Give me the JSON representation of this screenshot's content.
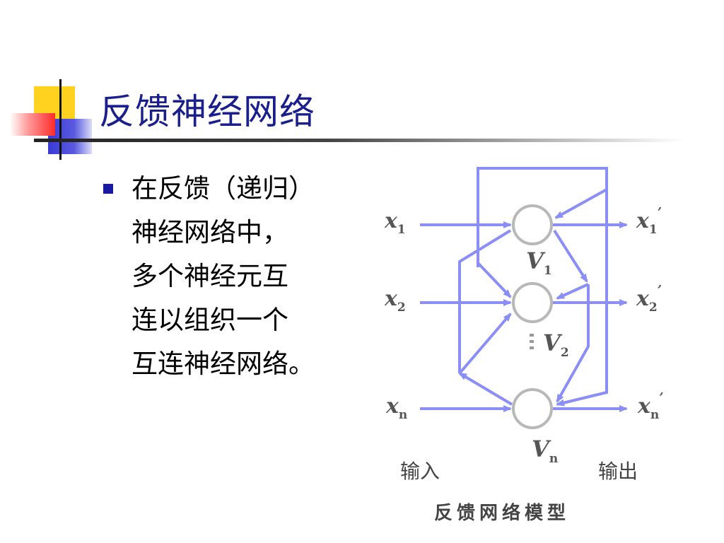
{
  "slide": {
    "title": "反馈神经网络",
    "bullet_lines": [
      "在反馈（递归）",
      "神经网络中，",
      "多个神经元互",
      "连以组织一个",
      "互连神经网络。"
    ]
  },
  "diagram": {
    "inputs": [
      {
        "base": "x",
        "sub": "1"
      },
      {
        "base": "x",
        "sub": "2"
      },
      {
        "base": "x",
        "sub": "n"
      }
    ],
    "outputs": [
      {
        "base": "x",
        "sub": "1",
        "prime": "’"
      },
      {
        "base": "x",
        "sub": "2",
        "prime": "’"
      },
      {
        "base": "x",
        "sub": "n",
        "prime": "’"
      }
    ],
    "neurons": [
      {
        "base": "V",
        "sub": "1"
      },
      {
        "base": "V",
        "sub": "2"
      },
      {
        "base": "V",
        "sub": "n"
      }
    ],
    "input_caption": "输入",
    "output_caption": "输出",
    "caption": "反馈网络模型",
    "colors": {
      "arrow": "#8a8ef5",
      "neuron": "#b8b8b8",
      "title": "#1a1f8c",
      "bullet": "#1a1aa0"
    }
  }
}
